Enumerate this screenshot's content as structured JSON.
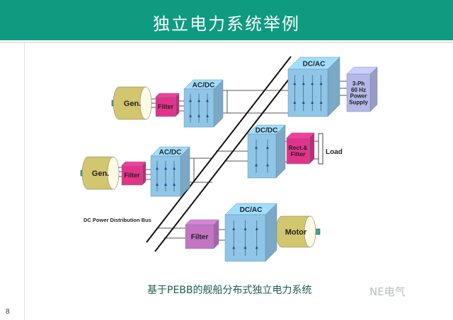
{
  "header": {
    "title": "独立电力系统举例"
  },
  "page_number": "8",
  "caption": "基于PEBB的舰船分布式独立电力系统",
  "watermark": "NE电气",
  "diagram": {
    "gen_label": "Gen.",
    "filter_label": "Filter",
    "acdc_label": "AC/DC",
    "dcac_label": "DC/AC",
    "dcdc_label": "DC/DC",
    "rect_filter_label": [
      "Rect.&",
      "Filter"
    ],
    "supply_label": [
      "3-Ph",
      "60 Hz",
      "Power",
      "Supply"
    ],
    "load_label": "Load",
    "motor_label": "Motor",
    "bus_label": "DC Power Distribution Bus"
  },
  "colors": {
    "header": "#0f9b80",
    "converter": "#8fc6e8",
    "filter": "#e2338a",
    "filter3": "#c374c2",
    "gen": "#d2c66e",
    "supply": "#b4b8e6"
  }
}
